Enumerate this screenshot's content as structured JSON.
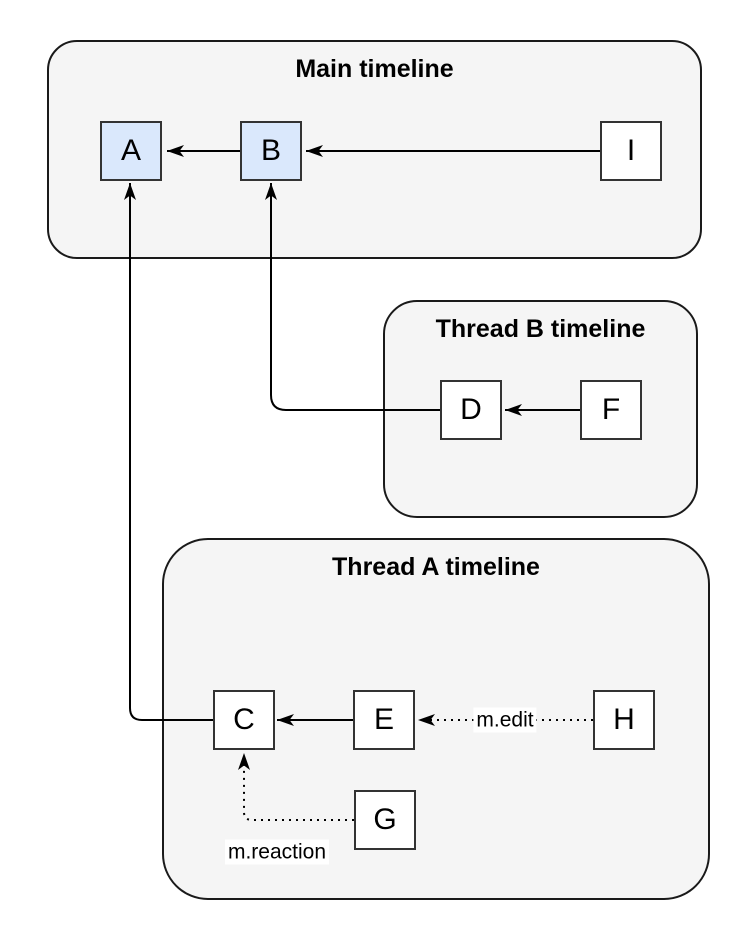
{
  "diagram": {
    "containers": [
      {
        "id": "main",
        "title": "Main timeline"
      },
      {
        "id": "thread-b",
        "title": "Thread B timeline"
      },
      {
        "id": "thread-a",
        "title": "Thread A timeline"
      }
    ],
    "nodes": [
      {
        "id": "A",
        "label": "A",
        "container": "Main timeline",
        "highlighted": true
      },
      {
        "id": "B",
        "label": "B",
        "container": "Main timeline",
        "highlighted": true
      },
      {
        "id": "I",
        "label": "I",
        "container": "Main timeline",
        "highlighted": false
      },
      {
        "id": "D",
        "label": "D",
        "container": "Thread B timeline",
        "highlighted": false
      },
      {
        "id": "F",
        "label": "F",
        "container": "Thread B timeline",
        "highlighted": false
      },
      {
        "id": "C",
        "label": "C",
        "container": "Thread A timeline",
        "highlighted": false
      },
      {
        "id": "E",
        "label": "E",
        "container": "Thread A timeline",
        "highlighted": false
      },
      {
        "id": "H",
        "label": "H",
        "container": "Thread A timeline",
        "highlighted": false
      },
      {
        "id": "G",
        "label": "G",
        "container": "Thread A timeline",
        "highlighted": false
      }
    ],
    "edges": [
      {
        "from": "B",
        "to": "A",
        "style": "solid",
        "label": ""
      },
      {
        "from": "I",
        "to": "B",
        "style": "solid",
        "label": ""
      },
      {
        "from": "F",
        "to": "D",
        "style": "solid",
        "label": ""
      },
      {
        "from": "D",
        "to": "B",
        "style": "solid",
        "label": ""
      },
      {
        "from": "E",
        "to": "C",
        "style": "solid",
        "label": ""
      },
      {
        "from": "H",
        "to": "E",
        "style": "dotted",
        "label": "m.edit"
      },
      {
        "from": "G",
        "to": "C",
        "style": "dotted",
        "label": "m.reaction"
      },
      {
        "from": "C",
        "to": "A",
        "style": "solid",
        "label": ""
      }
    ],
    "colors": {
      "canvas_background": "#ffffff",
      "container_fill": "#f5f5f5",
      "container_border": "#1a1a1a",
      "node_fill": "#ffffff",
      "node_border": "#333333",
      "highlighted_node_fill": "#dae8fc",
      "edge": "#000000",
      "edge_label_background": "#ffffff"
    }
  }
}
